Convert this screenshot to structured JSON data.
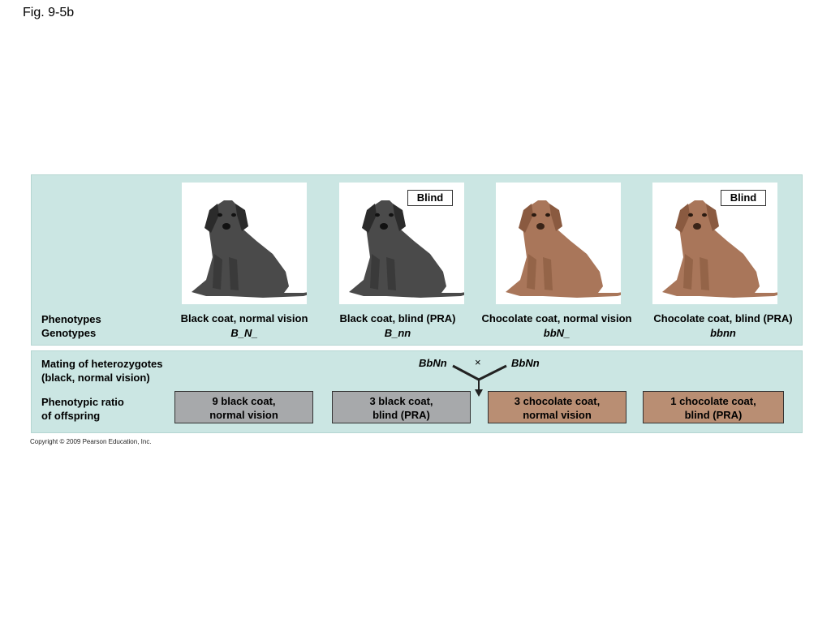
{
  "figure": {
    "title": "Fig. 9-5b"
  },
  "labels": {
    "phenotypes": "Phenotypes",
    "genotypes": "Genotypes",
    "mating_line1": "Mating of heterozygotes",
    "mating_line2": "(black, normal vision)",
    "ratio_line1": "Phenotypic ratio",
    "ratio_line2": "of offspring"
  },
  "dogs": [
    {
      "phenotype": "Black coat, normal vision",
      "genotype": "B_N_",
      "coat_color": "#4a4a4a",
      "blind": ""
    },
    {
      "phenotype": "Black coat, blind (PRA)",
      "genotype": "B_nn",
      "coat_color": "#4a4a4a",
      "blind": "Blind"
    },
    {
      "phenotype": "Chocolate coat, normal vision",
      "genotype": "bbN_",
      "coat_color": "#a9765a",
      "blind": ""
    },
    {
      "phenotype": "Chocolate coat, blind (PRA)",
      "genotype": "bbnn",
      "coat_color": "#a9765a",
      "blind": "Blind"
    }
  ],
  "cross": {
    "parent1": "BbNn",
    "symbol": "×",
    "parent2": "BbNn"
  },
  "offspring": [
    {
      "line1": "9 black coat,",
      "line2": "normal vision",
      "color": "#a7a9ab"
    },
    {
      "line1": "3 black coat,",
      "line2": "blind (PRA)",
      "color": "#a7a9ab"
    },
    {
      "line1": "3 chocolate coat,",
      "line2": "normal vision",
      "color": "#b98e73"
    },
    {
      "line1": "1 chocolate coat,",
      "line2": "blind (PRA)",
      "color": "#b98e73"
    }
  ],
  "copyright": "Copyright © 2009 Pearson Education, Inc."
}
